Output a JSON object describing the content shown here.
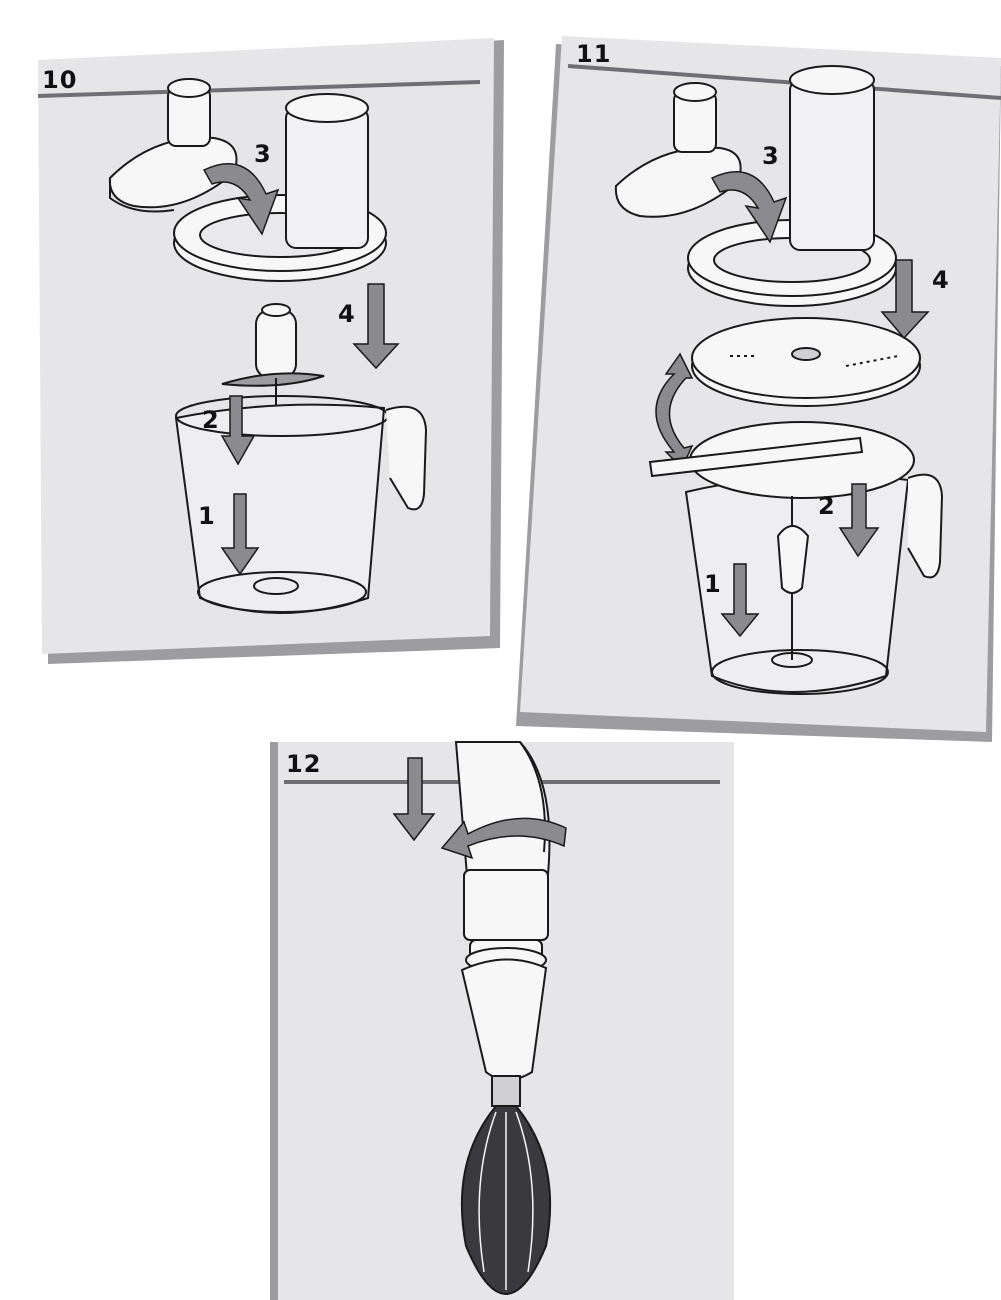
{
  "panels": [
    {
      "number": "10",
      "steps": [
        "1",
        "2",
        "3",
        "4"
      ]
    },
    {
      "number": "11",
      "steps": [
        "1",
        "2",
        "3",
        "4"
      ]
    },
    {
      "number": "12",
      "steps": []
    }
  ],
  "colors": {
    "panel_bg": "#e6e6e9",
    "shadow": "#9c9ca1",
    "rule": "#6f6f75",
    "arrow": "#8a8a8f",
    "line": "#1a1a1a",
    "part": "#f7f7f8"
  },
  "icons": [
    "arrow-down-icon",
    "arrow-curved-icon",
    "arrow-rotate-icon",
    "arrow-double-curved-icon"
  ]
}
